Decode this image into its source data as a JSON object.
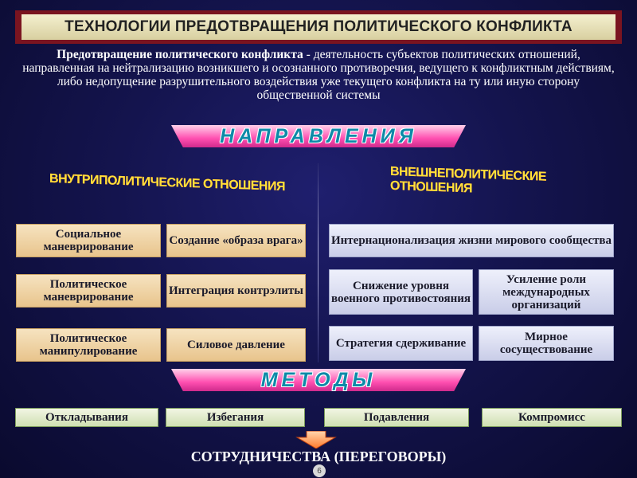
{
  "title": "ТЕХНОЛОГИИ ПРЕДОТВРАЩЕНИЯ ПОЛИТИЧЕСКОГО КОНФЛИКТА",
  "definition": {
    "term": "Предотвращение политического конфликта",
    "text": " - деятельность субъектов политических отношений, направленная на нейтрализацию возникшего и осознанного противоречия, ведущего к конфликтным действиям, либо недопущение разрушительного воздействия уже текущего конфликта на ту или иную сторону общественной системы"
  },
  "directions_header": "НАПРАВЛЕНИЯ",
  "internal": {
    "header": "ВНУТРИПОЛИТИЧЕСКИЕ ОТНОШЕНИЯ",
    "items": [
      "Социальное маневрирование",
      "Создание «образа врага»",
      "Политическое маневрирование",
      "Интеграция контрэлиты",
      "Политическое манипулирование",
      "Силовое давление"
    ]
  },
  "external": {
    "header": "ВНЕШНЕПОЛИТИЧЕСКИЕ ОТНОШЕНИЯ",
    "items": [
      "Интернационализация жизни мирового сообщества",
      "Снижение уровня военного противостояния",
      "Усиление роли международных организаций",
      "Стратегия сдерживание",
      "Мирное сосуществование"
    ]
  },
  "methods_header": "МЕТОДЫ",
  "methods": [
    "Откладывания",
    "Избегания",
    "Подавления",
    "Компромисс"
  ],
  "conclusion": "СОТРУДНИЧЕСТВА (ПЕРЕГОВОРЫ)",
  "page_number": "6"
}
